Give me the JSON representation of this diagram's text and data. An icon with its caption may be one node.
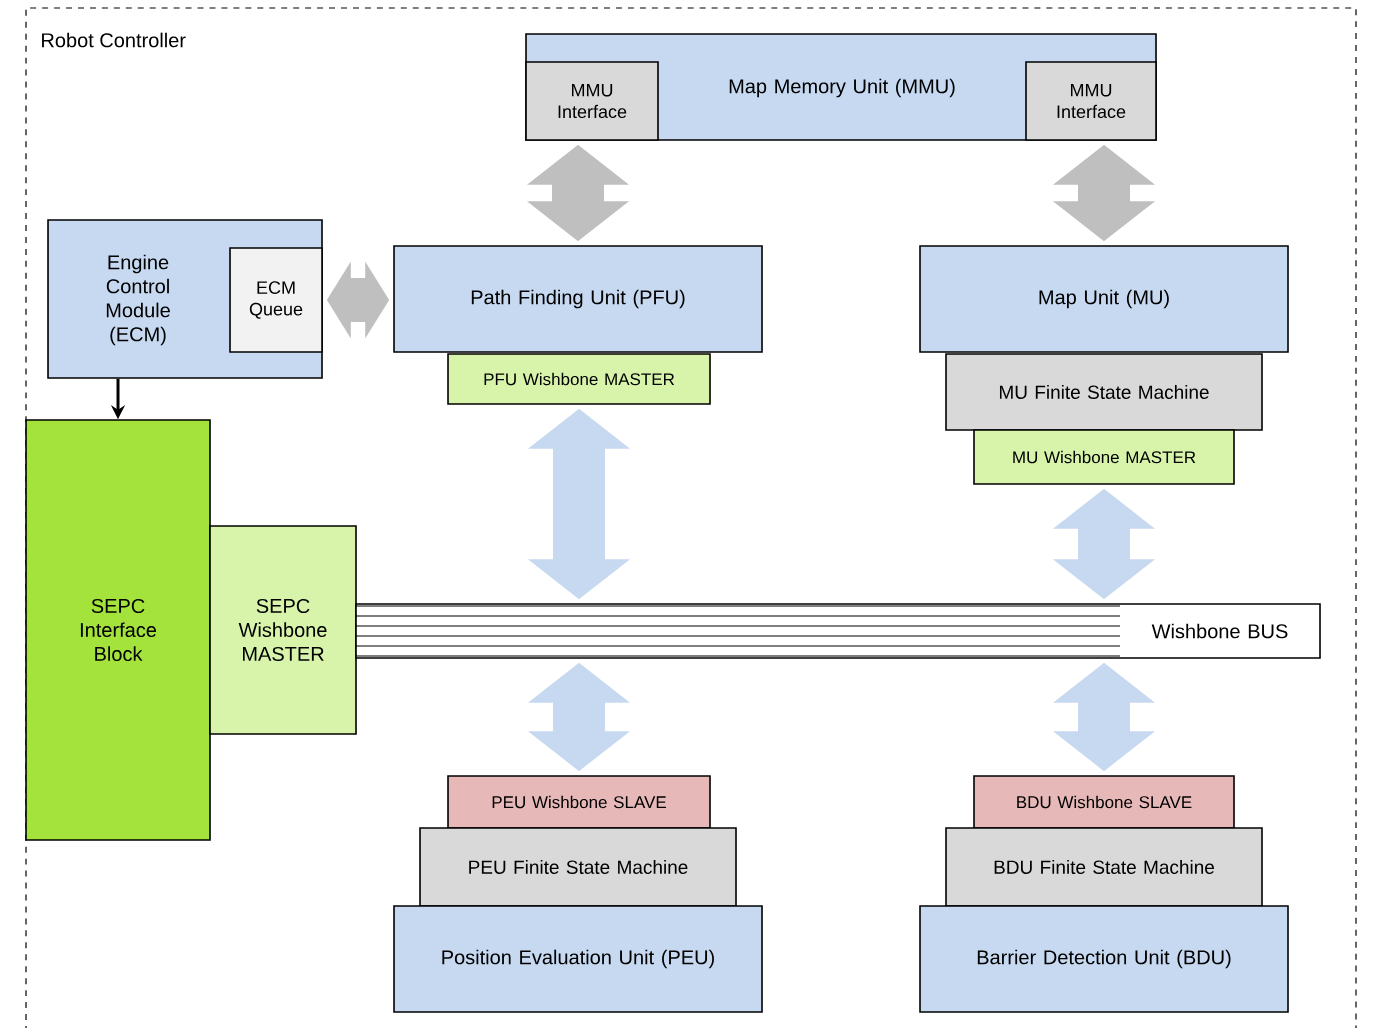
{
  "diagram": {
    "nodes": [
      {
        "text": [
          "Robot Controller"
        ]
      },
      {
        "text": [
          "Map Memory Unit (MMU)"
        ],
        "in": 0
      },
      {
        "text": [
          "MMU Interface"
        ],
        "in": 1
      },
      {
        "text": [
          "MMU Interface"
        ],
        "in": 1
      },
      {
        "text": [
          "Engine Control Module (ECM)"
        ],
        "in": 0
      },
      {
        "text": [
          "ECM Queue"
        ],
        "in": 4
      },
      {
        "text": [
          "Path Finding Unit (PFU)"
        ],
        "in": 0
      },
      {
        "text": [
          "PFU Wishbone MASTER"
        ],
        "in": 0
      },
      {
        "text": [
          "Map Unit (MU)"
        ],
        "in": 0
      },
      {
        "text": [
          "MU Finite State Machine"
        ],
        "in": 0
      },
      {
        "text": [
          "MU Wishbone MASTER"
        ],
        "in": 0
      },
      {
        "text": [
          "SEPC Interface Block"
        ],
        "in": 0
      },
      {
        "text": [
          "SEPC Wishbone MASTER"
        ],
        "in": 0
      },
      {
        "text": [
          "Wishbone BUS"
        ],
        "in": 0
      },
      {
        "text": [
          "PEU Wishbone SLAVE"
        ],
        "in": 0
      },
      {
        "text": [
          "PEU Finite State Machine"
        ],
        "in": 0
      },
      {
        "text": [
          "Position Evaluation Unit (PEU)"
        ],
        "in": 0
      },
      {
        "text": [
          "BDU Wishbone SLAVE"
        ],
        "in": 0
      },
      {
        "text": [
          "BDU Finite State Machine"
        ],
        "in": 0
      },
      {
        "text": [
          "Barrier Detection Unit (BDU)"
        ],
        "in": 0
      }
    ],
    "edges": [
      {
        "from": 2,
        "to": 6,
        "arrow": "both",
        "color": "#bfbfbf"
      },
      {
        "from": 3,
        "to": 8,
        "arrow": "both",
        "color": "#bfbfbf"
      },
      {
        "from": 5,
        "to": 6,
        "arrow": "both",
        "color": "#bfbfbf"
      },
      {
        "from": 4,
        "to": 11,
        "arrow": "to",
        "color": "#000000"
      },
      {
        "from": 7,
        "to": 13,
        "arrow": "both"
      },
      {
        "from": 10,
        "to": 13,
        "arrow": "both"
      },
      {
        "from": 13,
        "to": 14,
        "arrow": "both"
      },
      {
        "from": 13,
        "to": 17,
        "arrow": "both"
      }
    ]
  }
}
